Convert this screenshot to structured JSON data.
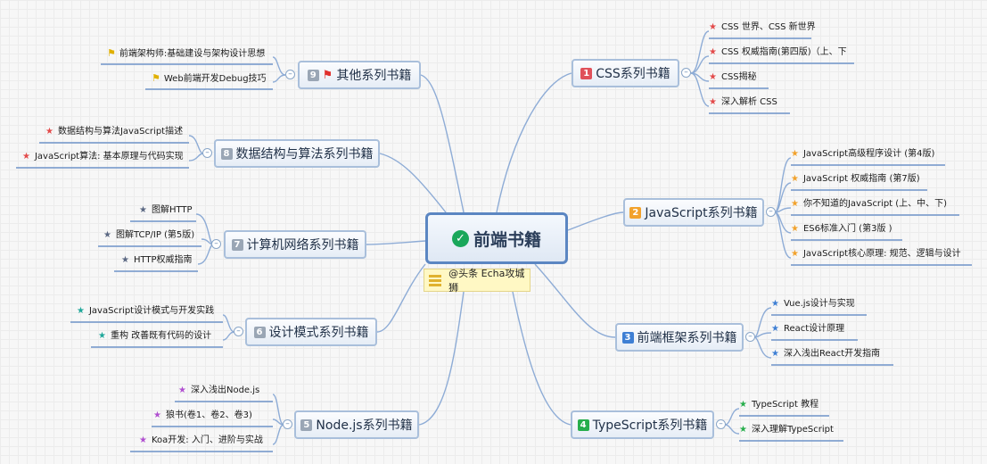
{
  "central": {
    "title": "前端书籍"
  },
  "note": {
    "text": "@头条 Echa攻城狮"
  },
  "colors": {
    "line": "#8eacd6",
    "underline": "#6f93c8",
    "num1": "#e0515a",
    "num2": "#f2a22c",
    "num3": "#3e7fd4",
    "num4": "#27ae4c",
    "num5": "#9aa6b5",
    "num6": "#9aa6b5",
    "num7": "#9aa6b5",
    "num8": "#9aa6b5",
    "num9": "#9aa6b5"
  },
  "branches": {
    "b1": {
      "num": "1",
      "label": "CSS系列书籍",
      "items": [
        "CSS 世界、CSS 新世界",
        "CSS 权威指南(第四版)（上、下",
        "CSS揭秘",
        "深入解析 CSS"
      ]
    },
    "b2": {
      "num": "2",
      "label": "JavaScript系列书籍",
      "items": [
        "JavaScript高级程序设计 (第4版)",
        "JavaScript 权威指南 (第7版)",
        "你不知道的JavaScript (上、中、下)",
        "ES6标准入门 (第3版 )",
        "JavaScript核心原理: 规范、逻辑与设计"
      ]
    },
    "b3": {
      "num": "3",
      "label": "前端框架系列书籍",
      "items": [
        "Vue.js设计与实现",
        "React设计原理",
        "深入浅出React开发指南"
      ]
    },
    "b4": {
      "num": "4",
      "label": "TypeScript系列书籍",
      "items": [
        "TypeScript 教程",
        "深入理解TypeScript"
      ]
    },
    "b5": {
      "num": "5",
      "label": "Node.js系列书籍",
      "items": [
        "深入浅出Node.js",
        "狼书(卷1、卷2、卷3)",
        "Koa开发: 入门、进阶与实战"
      ]
    },
    "b6": {
      "num": "6",
      "label": "设计模式系列书籍",
      "items": [
        "JavaScript设计模式与开发实践",
        "重构 改善既有代码的设计"
      ]
    },
    "b7": {
      "num": "7",
      "label": "计算机网络系列书籍",
      "items": [
        "图解HTTP",
        "图解TCP/IP (第5版)",
        "HTTP权威指南"
      ]
    },
    "b8": {
      "num": "8",
      "label": "数据结构与算法系列书籍",
      "items": [
        "数据结构与算法JavaScript描述",
        "JavaScript算法: 基本原理与代码实现"
      ]
    },
    "b9": {
      "num": "9",
      "label": "其他系列书籍",
      "items": [
        "前端架构师:基础建设与架构设计思想",
        "Web前端开发Debug技巧"
      ]
    }
  },
  "icons": {
    "central": "check-circle-icon",
    "note": "note-icon",
    "b9_flag": "red-flag-icon",
    "b1_star": "red-star",
    "b2_star": "orange-star",
    "b3_star": "blue-star",
    "b4_star": "green-star",
    "b5_star": "purple-star",
    "b6_star": "teal-star",
    "b7_star": "slate-star",
    "b8_star": "red-star",
    "b9_leaf": "yellow-flag-icon"
  }
}
